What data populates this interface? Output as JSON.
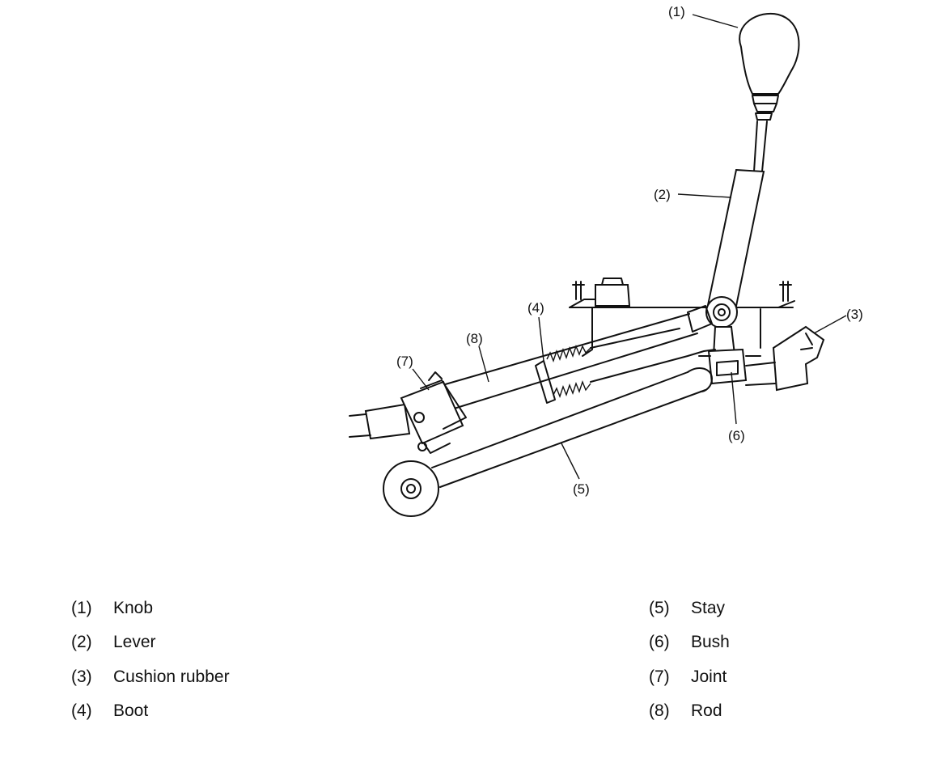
{
  "callouts": {
    "c1": "(1)",
    "c2": "(2)",
    "c3": "(3)",
    "c4": "(4)",
    "c5": "(5)",
    "c6": "(6)",
    "c7": "(7)",
    "c8": "(8)"
  },
  "legend": {
    "left": [
      {
        "num": "(1)",
        "name": "Knob"
      },
      {
        "num": "(2)",
        "name": "Lever"
      },
      {
        "num": "(3)",
        "name": "Cushion rubber"
      },
      {
        "num": "(4)",
        "name": "Boot"
      }
    ],
    "right": [
      {
        "num": "(5)",
        "name": "Stay"
      },
      {
        "num": "(6)",
        "name": "Bush"
      },
      {
        "num": "(7)",
        "name": "Joint"
      },
      {
        "num": "(8)",
        "name": "Rod"
      }
    ]
  }
}
